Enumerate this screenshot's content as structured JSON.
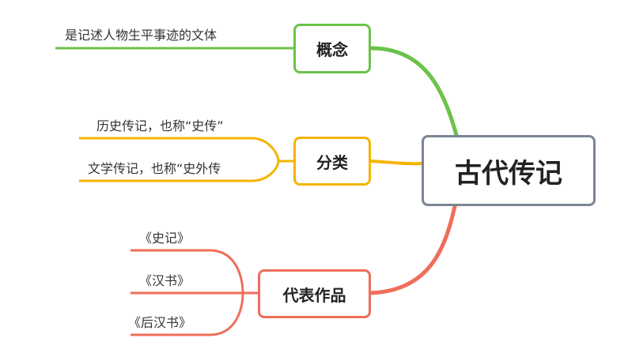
{
  "colors": {
    "root_border": "#7b8594",
    "green": "#6cc24a",
    "yellow": "#f4b400",
    "red": "#ef6e5a"
  },
  "root": {
    "label": "古代传记"
  },
  "branches": [
    {
      "label": "概念",
      "color": "#6cc24a",
      "leaves": [
        "是记述人物生平事迹的文体"
      ]
    },
    {
      "label": "分类",
      "color": "#f4b400",
      "leaves": [
        "历史传记，也称“史传”",
        "文学传记，也称“史外传"
      ]
    },
    {
      "label": "代表作品",
      "color": "#ef6e5a",
      "leaves": [
        "《史记》",
        "《汉书》",
        "《后汉书》"
      ]
    }
  ]
}
